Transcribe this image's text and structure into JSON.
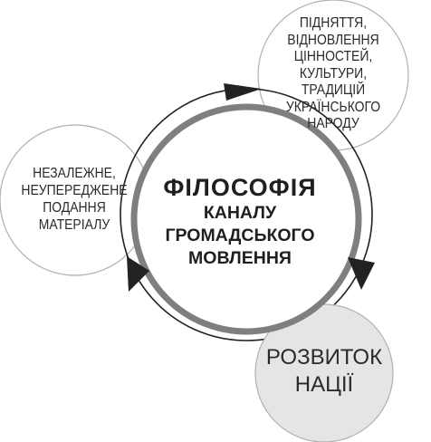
{
  "diagram": {
    "center": {
      "title": "ФІЛОСОФІЯ",
      "subtitle": "КАНАЛУ\nГРОМАДСЬКОГО\nМОВЛЕННЯ"
    },
    "nodes": {
      "top_right": "ПІДНЯТТЯ,\nВІДНОВЛЕННЯ\nЦІННОСТЕЙ,\nКУЛЬТУРИ,\nТРАДИЦІЙ\nУКРАЇНСЬКОГО\nНАРОДУ",
      "left": "НЕЗАЛЕЖНЕ,\nНЕУПЕРЕДЖЕНЕ\nПОДАННЯ\nМАТЕРІАЛУ",
      "bottom_right": "РОЗВИТОК\nНАЦІЇ"
    },
    "colors": {
      "ring_gray": "#7f7f7f",
      "arrow_dark": "#222222",
      "bubble_fill": "#e5e5e5",
      "outline": "#b0b0b0"
    }
  }
}
